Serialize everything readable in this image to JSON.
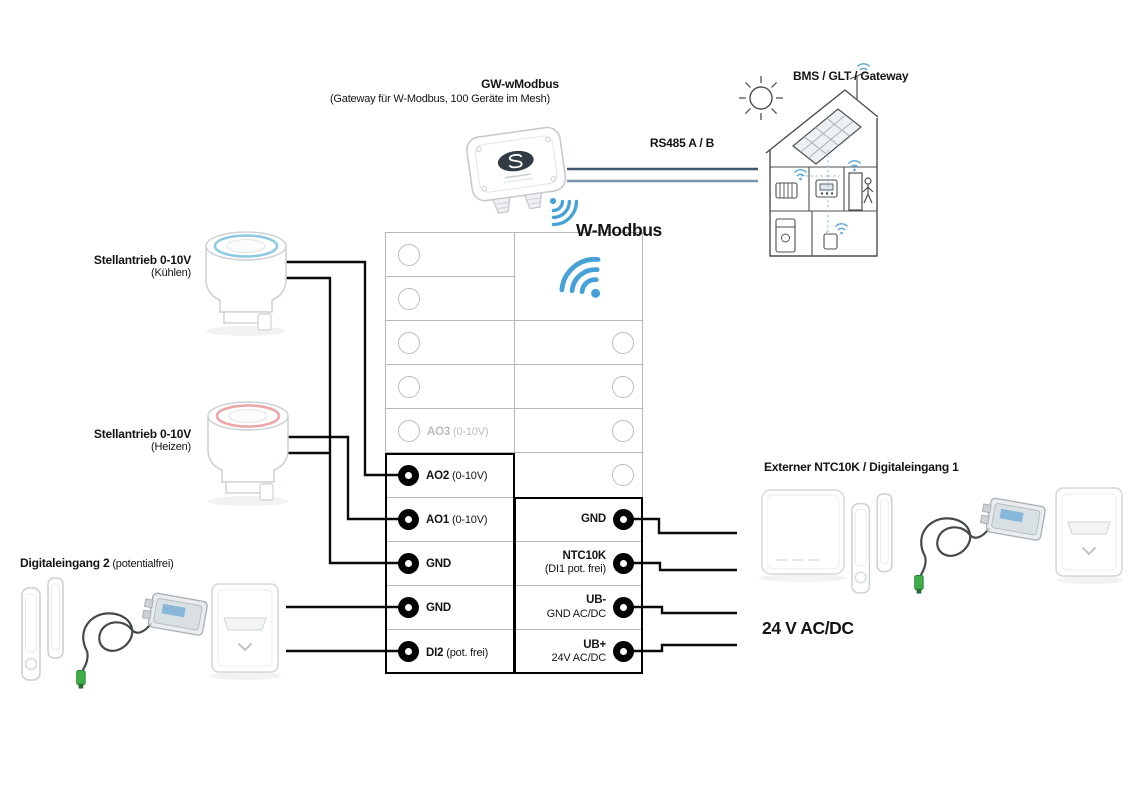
{
  "header": {
    "gateway_title": "GW-wModbus",
    "gateway_subtitle": "(Gateway für W-Modbus, 100 Geräte im Mesh)",
    "rs485_label": "RS485 A / B",
    "bms_label": "BMS / GLT / Gateway",
    "wmodbus_label": "W-Modbus"
  },
  "left_devices": {
    "actuator_cool_title": "Stellantrieb 0-10V",
    "actuator_cool_sub": "(Kühlen)",
    "actuator_heat_title": "Stellantrieb 0-10V",
    "actuator_heat_sub": "(Heizen)",
    "di2_title": "Digitaleingang 2",
    "di2_sub": " (potentialfrei)"
  },
  "right_devices": {
    "ntc_label": "Externer NTC10K / Digitaleingang 1",
    "power_label": "24 V AC/DC"
  },
  "terminals": {
    "left": [
      {
        "label": "AO3",
        "detail": "(0-10V)"
      },
      {
        "label": "AO2",
        "detail": "(0-10V)"
      },
      {
        "label": "AO1",
        "detail": "(0-10V)"
      },
      {
        "label": "GND",
        "detail": ""
      },
      {
        "label": "GND",
        "detail": ""
      },
      {
        "label": "DI2",
        "detail": "(pot. frei)"
      }
    ],
    "right": [
      {
        "label": "GND",
        "detail": ""
      },
      {
        "label": "NTC10K",
        "detail": "(DI1 pot. frei)"
      },
      {
        "label": "UB-",
        "detail": "GND AC/DC"
      },
      {
        "label": "UB+",
        "detail": "24V AC/DC"
      }
    ]
  },
  "icons": {
    "wifi-icon": "blue radio arcs (W-Modbus wireless)",
    "sun-icon": "sun with rays",
    "house-icon": "BMS building outline with solar panel, radiator, thermostat, person, boiler",
    "s-logo-icon": "S+S oval logo on gateway housing",
    "terminal-pin-icon": "black terminal dot with white center"
  },
  "colors": {
    "wire": "#0a0a0a",
    "rs485_a": "#3f566d",
    "rs485_b": "#7d93a8",
    "wifi_blue": "#45a1d8",
    "connector_green": "#3fae49",
    "ring_cool": "#8ecae6",
    "ring_heat": "#eba5a5",
    "grid_gray": "#b4b8ba"
  }
}
